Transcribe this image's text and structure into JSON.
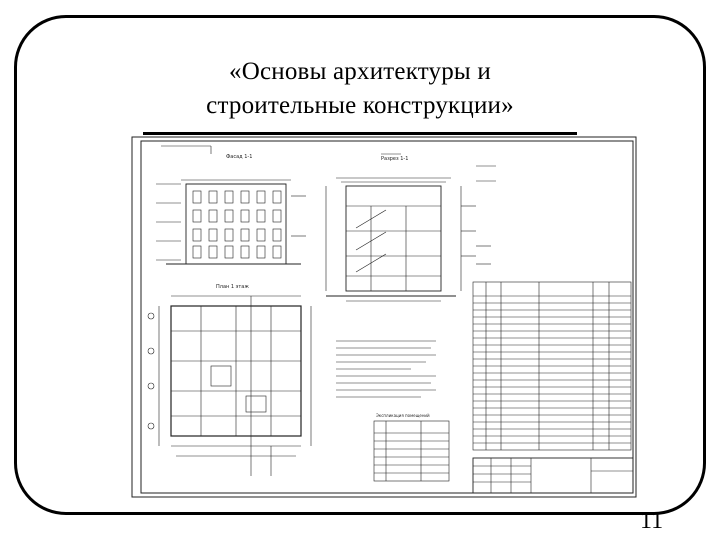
{
  "slide": {
    "title_line1": "«Основы  архитектуры  и",
    "title_line2": "строительные  конструкции»",
    "page_number": "11"
  },
  "drawing": {
    "facade_title": "Фасад 1-1",
    "section_title": "Разрез 1-1",
    "plan_title": "План 1 этаж",
    "table_title": "Экспликация помещений"
  }
}
